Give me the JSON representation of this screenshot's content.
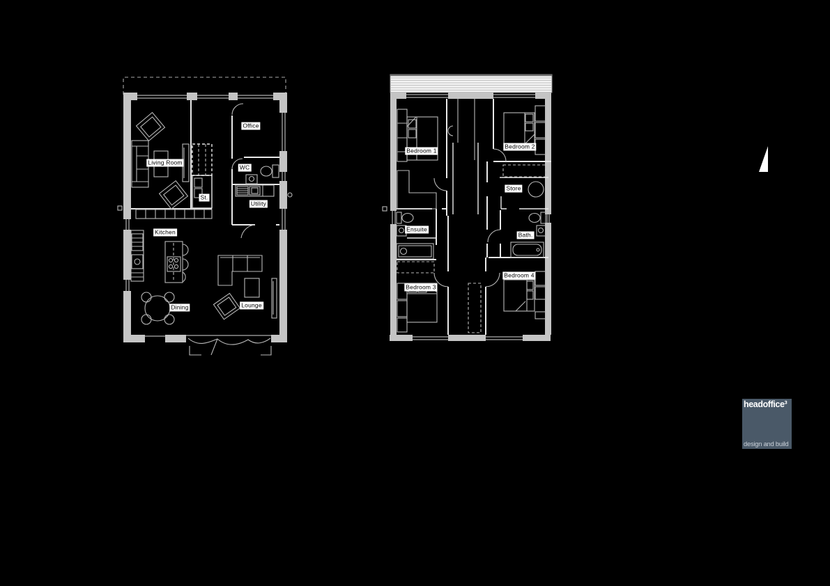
{
  "colors": {
    "background": "#000000",
    "wall": "#c4c4c4",
    "partition": "#e8e8e8",
    "furniture": "#b9b9b9",
    "window": "#d9d9d9",
    "roof_band": "#f3f3f3",
    "logo_bg": "#4a5968",
    "logo_title": "#ffffff",
    "logo_subtitle": "#c9d0d8",
    "north_arrow": "#ffffff",
    "label_bg": "#ffffff",
    "label_text": "#000000"
  },
  "ground_floor": {
    "rooms": [
      {
        "label": "Living Room"
      },
      {
        "label": "Office"
      },
      {
        "label": "WC"
      },
      {
        "label": "St."
      },
      {
        "label": "Utility"
      },
      {
        "label": "Kitchen"
      },
      {
        "label": "Dining"
      },
      {
        "label": "Lounge"
      }
    ]
  },
  "first_floor": {
    "rooms": [
      {
        "label": "Bedroom 1"
      },
      {
        "label": "Bedroom 2"
      },
      {
        "label": "Store"
      },
      {
        "label": "Ensuite"
      },
      {
        "label": "Bath."
      },
      {
        "label": "Bedroom 3"
      },
      {
        "label": "Bedroom 4"
      }
    ]
  },
  "logo": {
    "title": "headoffice³",
    "subtitle": "design and build"
  }
}
